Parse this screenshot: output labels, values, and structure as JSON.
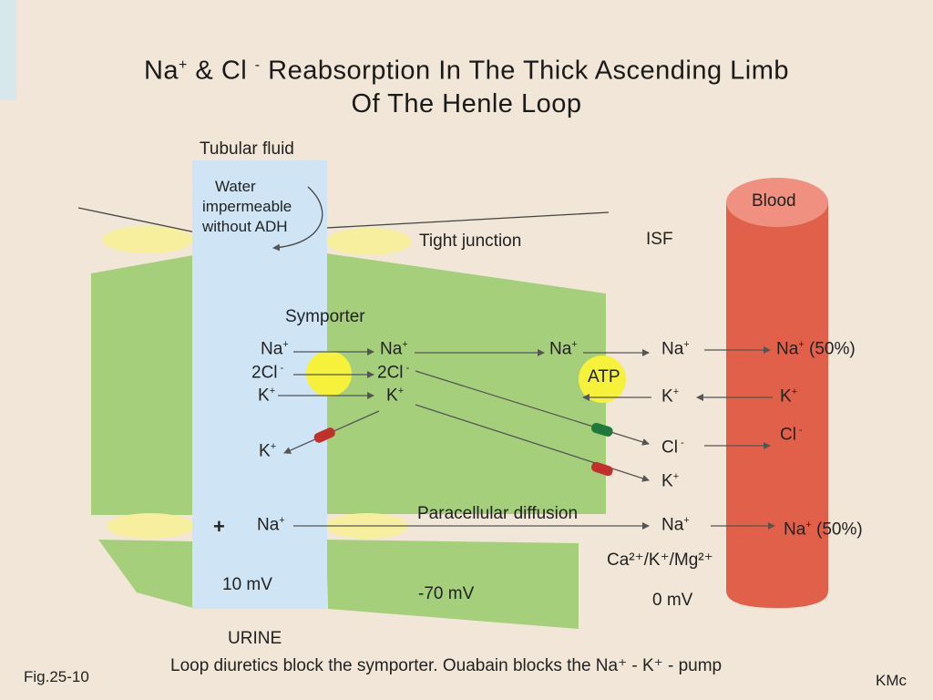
{
  "title": {
    "line1": [
      "Na",
      "+",
      " & Cl ",
      "-",
      " Reabsorption  In  The  Thick  Ascending Limb"
    ],
    "line2": "Of  The  Henle  Loop"
  },
  "compartments": {
    "tubular_fluid": "Tubular fluid",
    "water_note": [
      "Water",
      "impermeable",
      "without ADH"
    ],
    "tight_junction": "Tight junction",
    "isf": "ISF",
    "blood": "Blood",
    "urine": "URINE"
  },
  "symporter": {
    "label": "Symporter",
    "lumen": [
      "Na",
      "2Cl",
      "K"
    ],
    "cell": [
      "Na",
      "2Cl",
      "K"
    ]
  },
  "pump": {
    "label": "ATP",
    "na_in_cell": "Na",
    "isf_na": "Na",
    "blood_na": "Na",
    "blood_na_pct": "(50%)",
    "isf_k": "K",
    "blood_k": "K"
  },
  "channels": {
    "k_lumen": "K",
    "cl_isf": "Cl",
    "cl_blood": "Cl",
    "k_isf": "K"
  },
  "paracellular": {
    "label": "Paracellular diffusion",
    "lumen_na": "Na",
    "isf_na": "Na",
    "blood_na": "Na",
    "blood_na_pct": "(50%)",
    "ions": "Ca²⁺/K⁺/Mg²⁺",
    "lumen_sign": "+"
  },
  "potentials": {
    "lumen": "10 mV",
    "cell": "-70 mV",
    "isf": "0 mV"
  },
  "footer": {
    "figure": "Fig.25-10",
    "caption": "Loop diuretics block the symporter. Ouabain blocks the Na⁺ - K⁺ - pump",
    "author": "KMc"
  },
  "colors": {
    "background": "#f1e6d7",
    "cell": "#a6cf7c",
    "lumen": "#cfe5f6",
    "blood": "#e0604a",
    "blood_top": "#f09080",
    "junction": "#f7ef9d",
    "transporter": "#f6f13a",
    "channel_red": "#c0302c",
    "channel_green": "#1e7a3a"
  }
}
